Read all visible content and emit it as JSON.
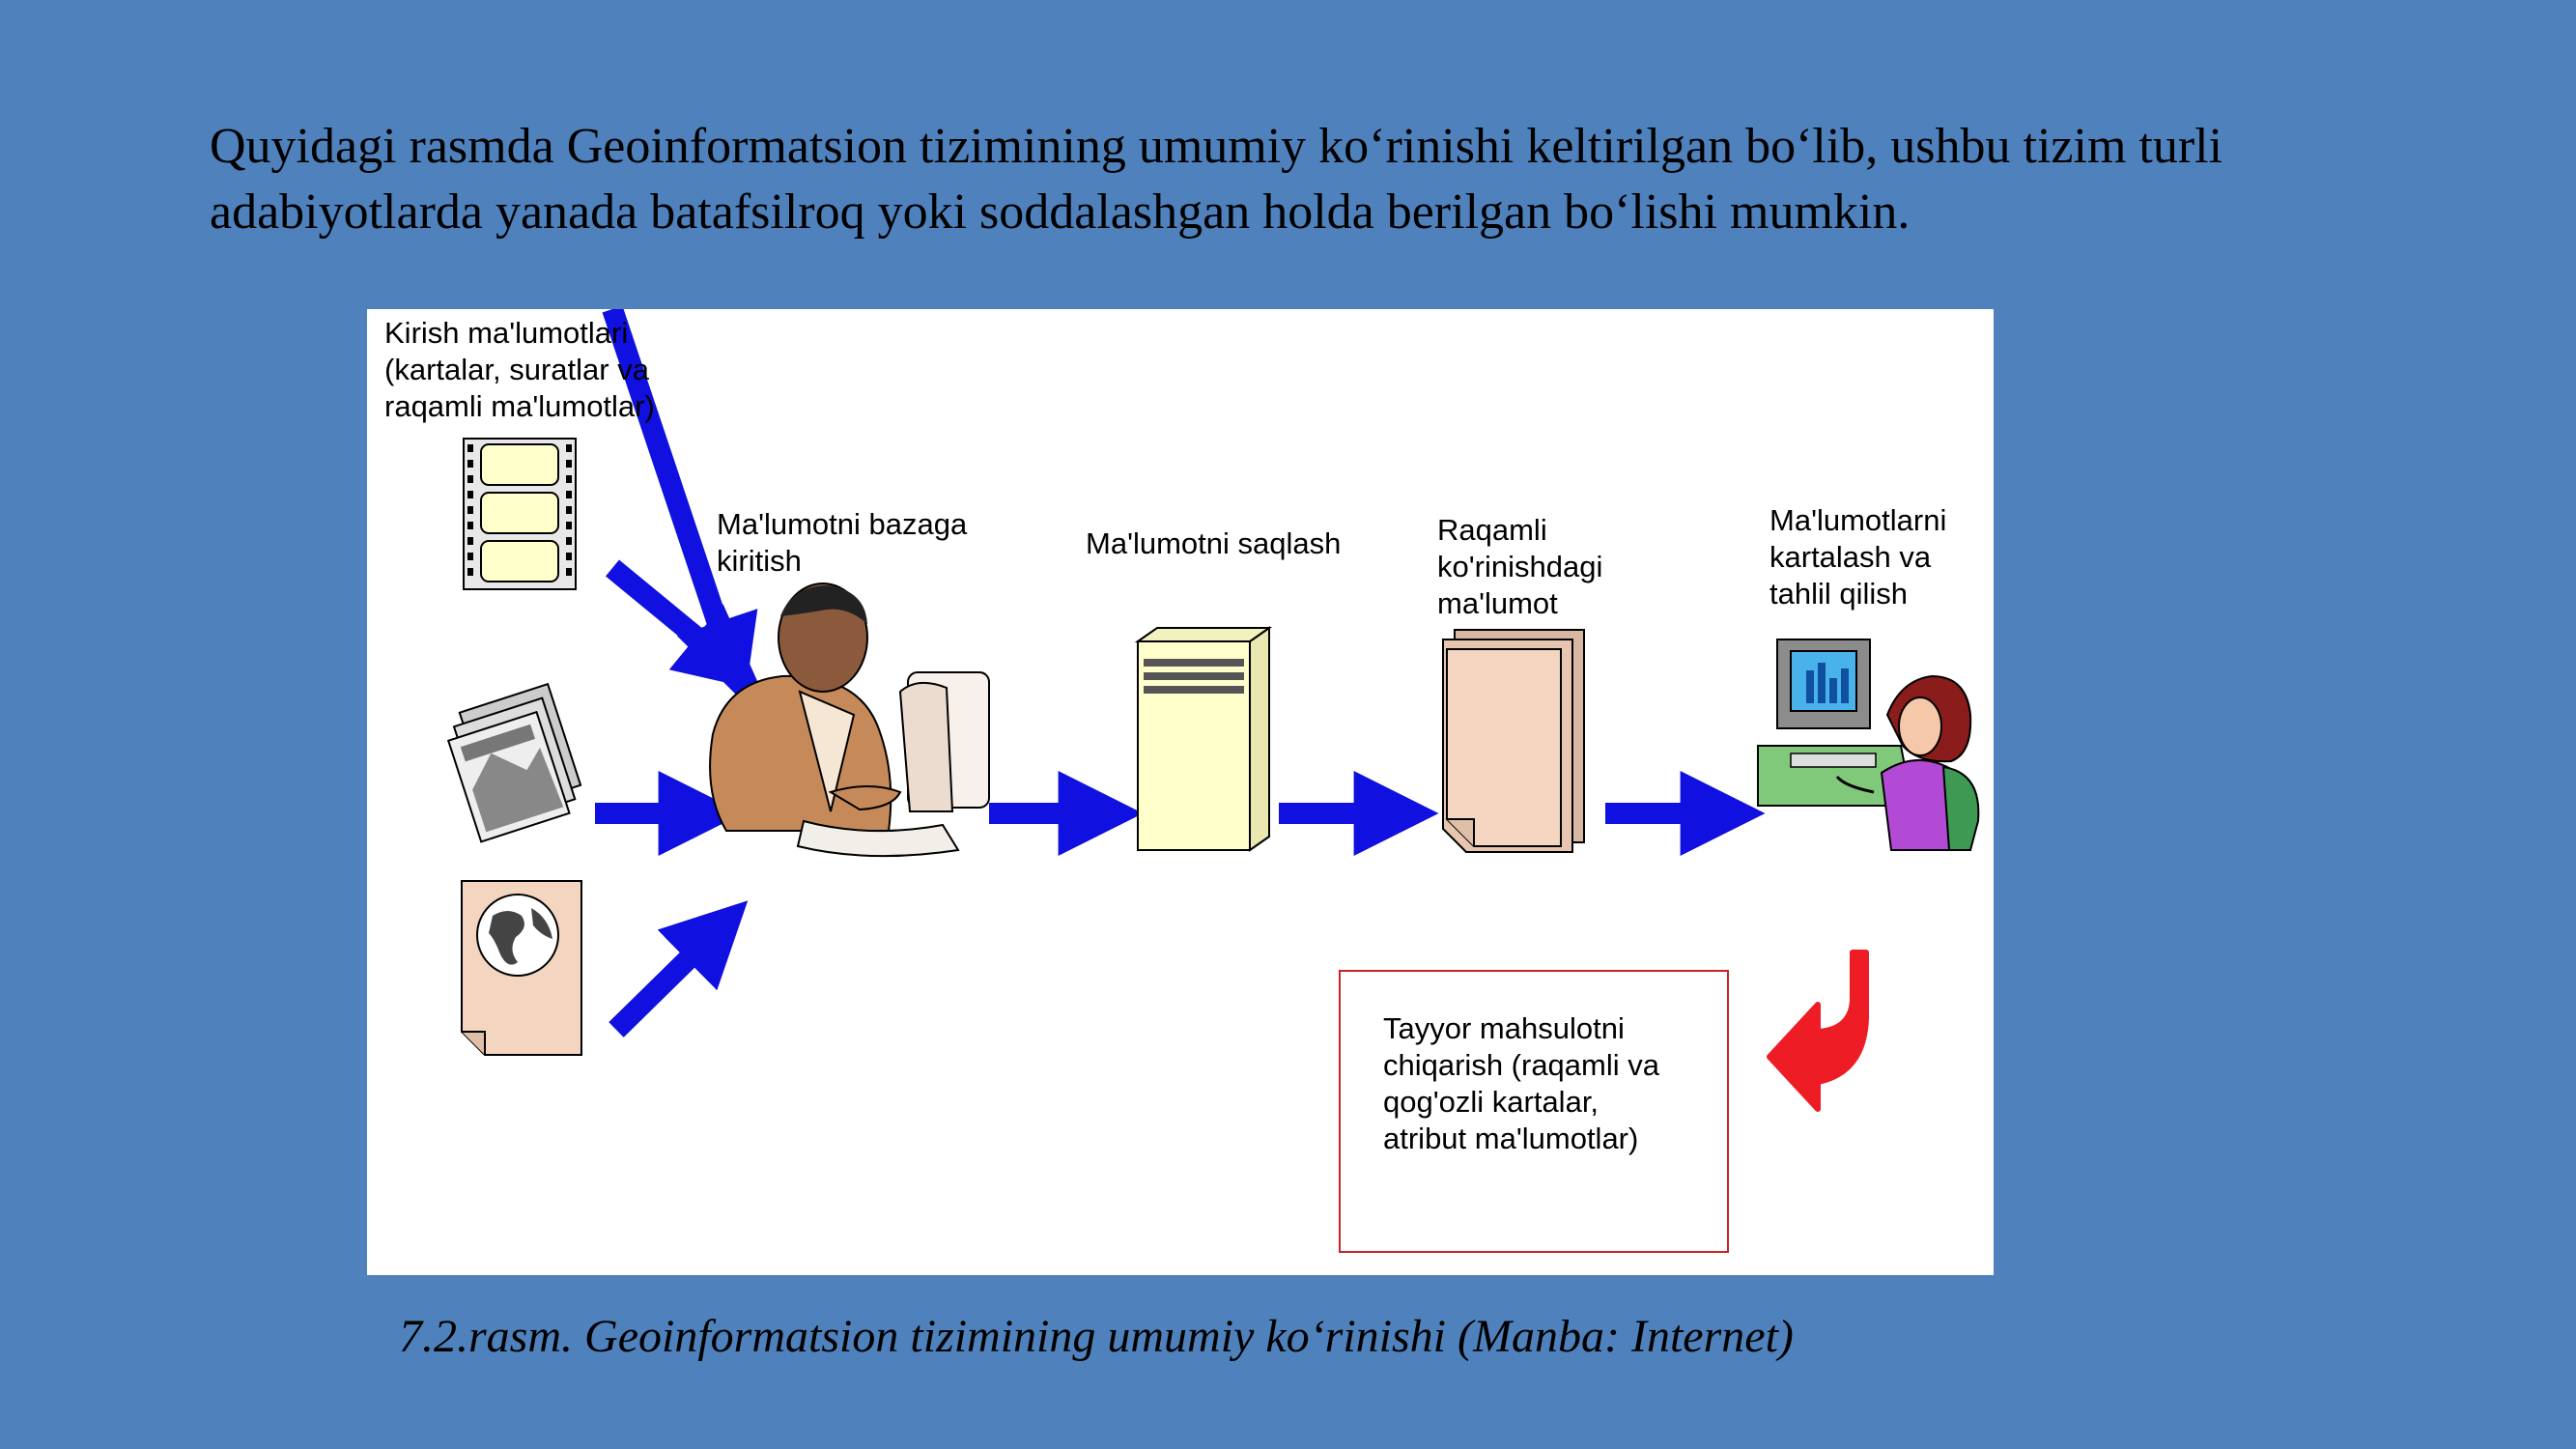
{
  "intro_text": "Quyidagi rasmda Geoinformatsion tizimining umumiy ko‘rinishi keltirilgan bo‘lib, ushbu tizim turli adabiyotlarda yanada batafsilroq yoki soddalashgan holda berilgan bo‘lishi mumkin.",
  "diagram": {
    "input_label": "Kirish ma'lumotlari\n(kartalar, suratlar va\nraqamli  ma'lumotlar)",
    "entry_label": "Ma'lumotni bazaga\nkiritish",
    "storage_label": "Ma'lumotni saqlash",
    "digital_label": "Raqamli\nko'rinishdagi\nma'lumot",
    "analysis_label": "Ma'lumotlarni\nkartalash  va\ntahlil qilish",
    "output_label": "Tayyor mahsulotni\nchiqarish (raqamli va\nqog'ozli kartalar,\natribut ma'lumotlar)",
    "colors": {
      "arrow": "#1010e0",
      "output_arrow": "#ee1c24",
      "output_border": "#cc2222",
      "paper": "#f3d5c0",
      "server": "#ffffcc"
    }
  },
  "caption": "7.2.rasm. Geoinformatsion tizimining umumiy ko‘rinishi (Manba: Internet)"
}
